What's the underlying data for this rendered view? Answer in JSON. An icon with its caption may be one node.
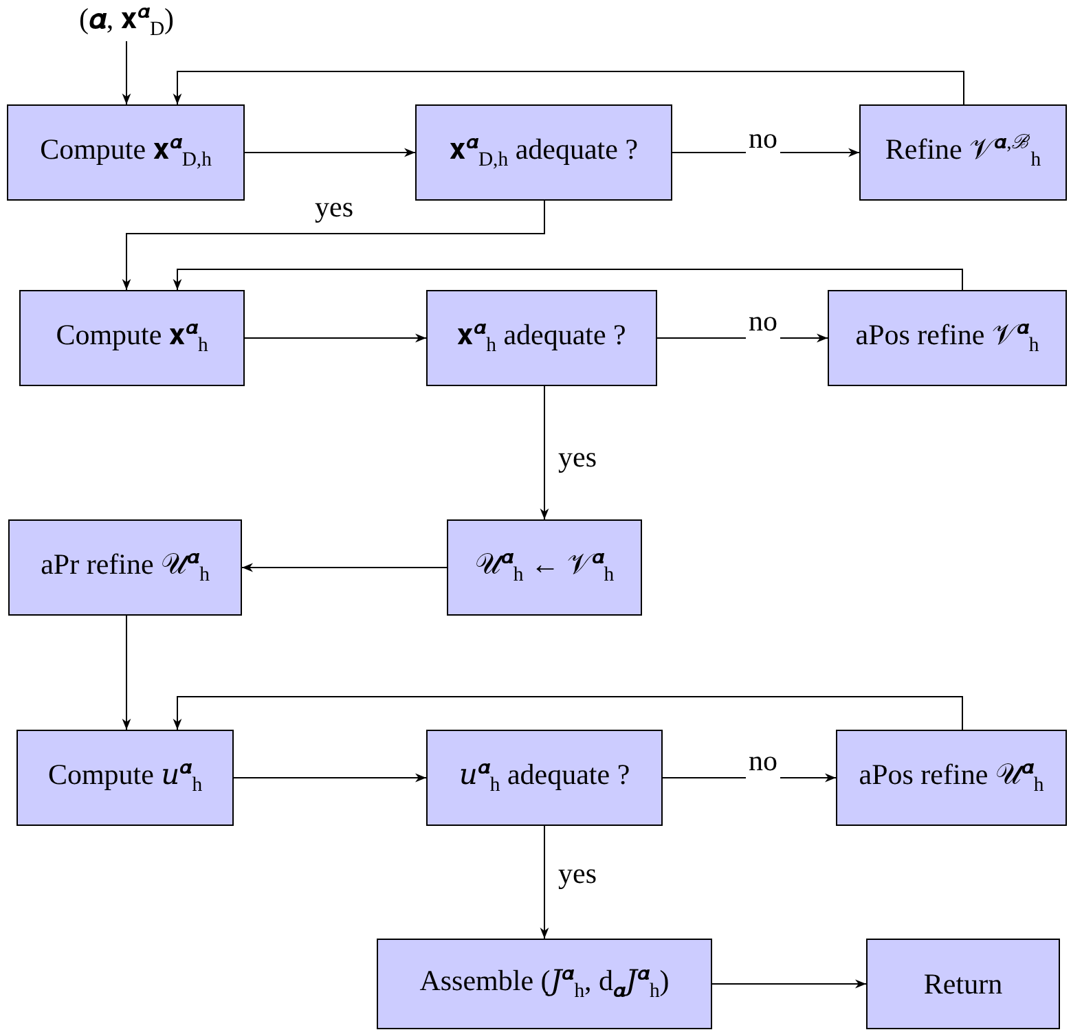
{
  "diagram": {
    "nodes": [
      {
        "text": [
          "(𝜶, 𝐱$^{𝜶}$$_{D}$)"
        ]
      },
      {
        "text": [
          "Compute 𝐱$^{𝜶}$$_{D,h}$"
        ]
      },
      {
        "text": [
          "𝐱$^{𝜶}$$_{D,h}$ adequate ?"
        ]
      },
      {
        "text": [
          "Refine 𝒱$^{𝜶,ℬ}$$_{h}$"
        ]
      },
      {
        "text": [
          "Compute 𝐱$^{𝜶}$$_{h}$"
        ]
      },
      {
        "text": [
          "𝐱$^{𝜶}$$_{h}$ adequate ?"
        ]
      },
      {
        "text": [
          "aPos refine 𝒱$^{𝜶}$$_{h}$"
        ]
      },
      {
        "text": [
          "𝒰$^{𝜶}$$_{h}$ ← 𝒱$^{𝜶}$$_{h}$"
        ]
      },
      {
        "text": [
          "aPr refine 𝒰$^{𝜶}$$_{h}$"
        ]
      },
      {
        "text": [
          "Compute 𝑢$^{𝜶}$$_{h}$"
        ]
      },
      {
        "text": [
          "𝑢$^{𝜶}$$_{h}$ adequate ?"
        ]
      },
      {
        "text": [
          "aPos refine 𝒰$^{𝜶}$$_{h}$"
        ]
      },
      {
        "text": [
          "Assemble (𝐽$^{𝜶}$$_{h}$, d$_{𝜶}$𝐽$^{𝜶}$$_{h}$)"
        ]
      },
      {
        "text": [
          "Return"
        ]
      }
    ],
    "edges": [
      {
        "from": 0,
        "to": 1,
        "arrow": "to"
      },
      {
        "from": 1,
        "to": 2,
        "arrow": "to"
      },
      {
        "from": 2,
        "to": 3,
        "arrow": "to",
        "label": "no"
      },
      {
        "from": 3,
        "to": 1,
        "arrow": "to"
      },
      {
        "from": 2,
        "to": 4,
        "arrow": "to",
        "label": "yes"
      },
      {
        "from": 4,
        "to": 5,
        "arrow": "to"
      },
      {
        "from": 5,
        "to": 6,
        "arrow": "to",
        "label": "no"
      },
      {
        "from": 6,
        "to": 4,
        "arrow": "to"
      },
      {
        "from": 5,
        "to": 7,
        "arrow": "to",
        "label": "yes"
      },
      {
        "from": 7,
        "to": 8,
        "arrow": "to"
      },
      {
        "from": 8,
        "to": 9,
        "arrow": "to"
      },
      {
        "from": 9,
        "to": 10,
        "arrow": "to"
      },
      {
        "from": 10,
        "to": 11,
        "arrow": "to",
        "label": "no"
      },
      {
        "from": 11,
        "to": 9,
        "arrow": "to"
      },
      {
        "from": 10,
        "to": 12,
        "arrow": "to",
        "label": "yes"
      },
      {
        "from": 12,
        "to": 13,
        "arrow": "to"
      }
    ]
  }
}
